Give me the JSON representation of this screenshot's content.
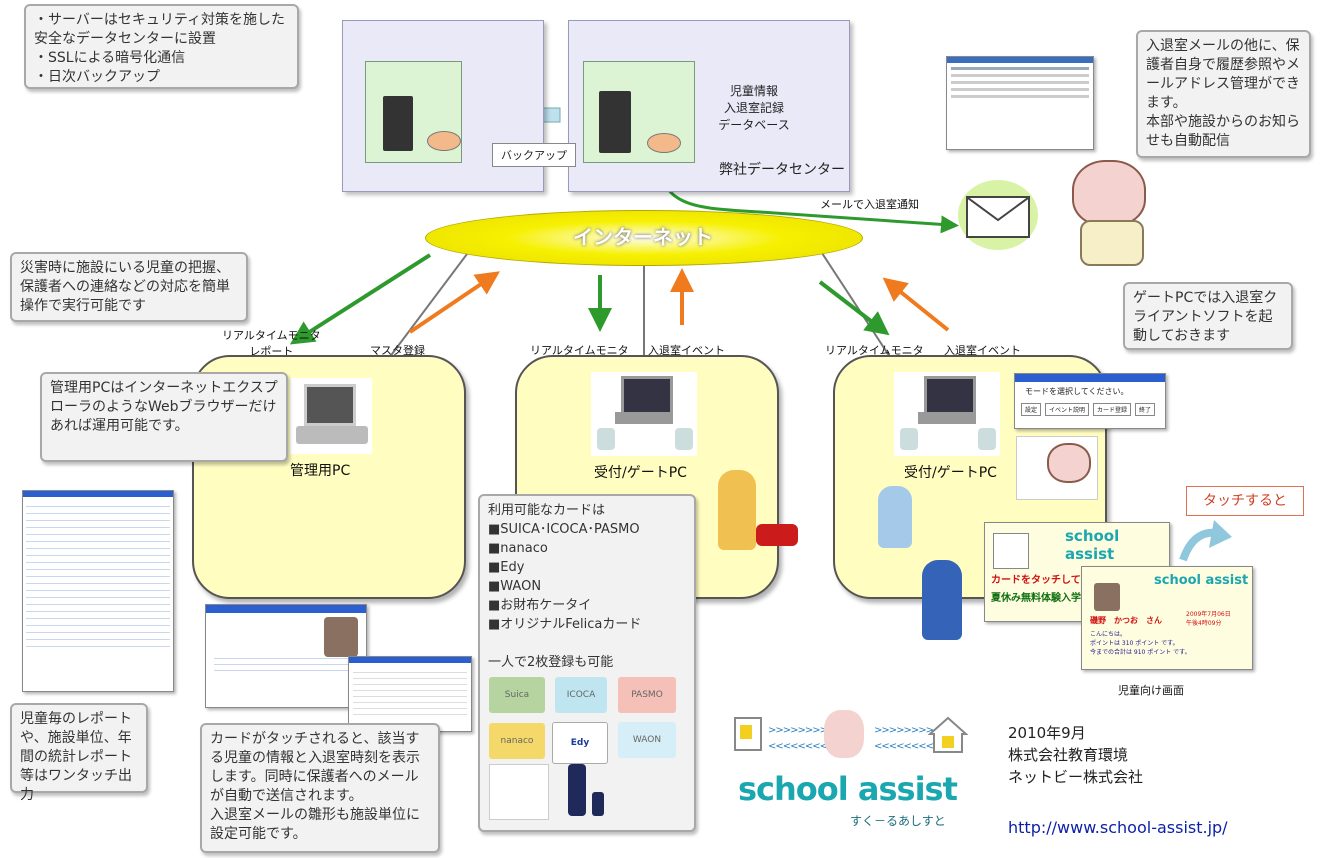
{
  "callouts": {
    "datacenter_security": "・サーバーはセキュリティ対策を施した安全なデータセンターに設置\n・SSLによる暗号化通信\n・日次バックアップ",
    "parent_mail": "入退室メールの他に、保護者自身で履歴参照やメールアドレス管理ができます。\n本部や施設からのお知らせも自動配信",
    "disaster": "災害時に施設にいる児童の把握、保護者への連絡などの対応を簡単操作で実行可能です",
    "gate_pc": "ゲートPCでは入退室クライアントソフトを起動しておきます",
    "admin_pc": "管理用PCはインターネットエクスプローラのようなWebブラウザーだけあれば運用可能です。",
    "cards": "利用可能なカードは\n■SUICA･ICOCA･PASMO\n■nanaco\n■Edy\n■WAON\n■お財布ケータイ\n■オリジナルFelicaカード\n\n一人で2枚登録も可能",
    "reports": "児童毎のレポートや、施設単位、年間の統計レポート等はワンタッチ出力",
    "touch_info": "カードがタッチされると、該当する児童の情報と入退室時刻を表示します。同時に保護者へのメールが自動で送信されます。\n入退室メールの雛形も施設単位に設定可能です。"
  },
  "datacenter": {
    "db_label": "児童情報\n入退室記録\nデータベース",
    "name": "弊社データセンター",
    "backup": "バックアップ"
  },
  "internet": "インターネット",
  "mail_notice": "メールで入退室通知",
  "flows": {
    "realtime_report": "リアルタイムモニタ\nレポート",
    "master": "マスタ登録",
    "realtime": "リアルタイムモニタ",
    "event": "入退室イベント"
  },
  "pcs": {
    "admin": "管理用PC",
    "gate1": "受付/ゲートPC",
    "gate2": "受付/ゲートPC"
  },
  "touch_label": "タッチすると",
  "child_screen": {
    "caption": "児童向け画面",
    "logo": "school assist",
    "prompt": "カードをタッチしてください",
    "event": "夏休み無料体験入学",
    "name": "磯野　かつお　さん",
    "date": "2009年7月06日",
    "time": "午後4時09分",
    "greet": "こんにちは。",
    "points1": "ポイントは 310 ポイント です。",
    "points2": "今までの合計は 910 ポイント です。"
  },
  "gate_dialog": {
    "msg": "モードを選択してください。",
    "buttons": [
      "設定",
      "イベント説明",
      "カード登録",
      "終了"
    ]
  },
  "brand": {
    "logo": "school assist",
    "kana": "すく－るあしすと"
  },
  "footer": {
    "date": "2010年9月",
    "company1": "株式会社教育環境",
    "company2": "ネットビー株式会社",
    "url": "http://www.school-assist.jp/"
  },
  "card_images": [
    "Suica",
    "ICOCA",
    "PASMO",
    "nanaco",
    "Edy",
    "WAON"
  ],
  "colors": {
    "green_arrow": "#2e9a2e",
    "orange_arrow": "#f07a1e",
    "internet": "#f6f000",
    "zone": "#fffdc0",
    "url": "#0b1fa8",
    "logo_teal": "#1aa7b0"
  }
}
